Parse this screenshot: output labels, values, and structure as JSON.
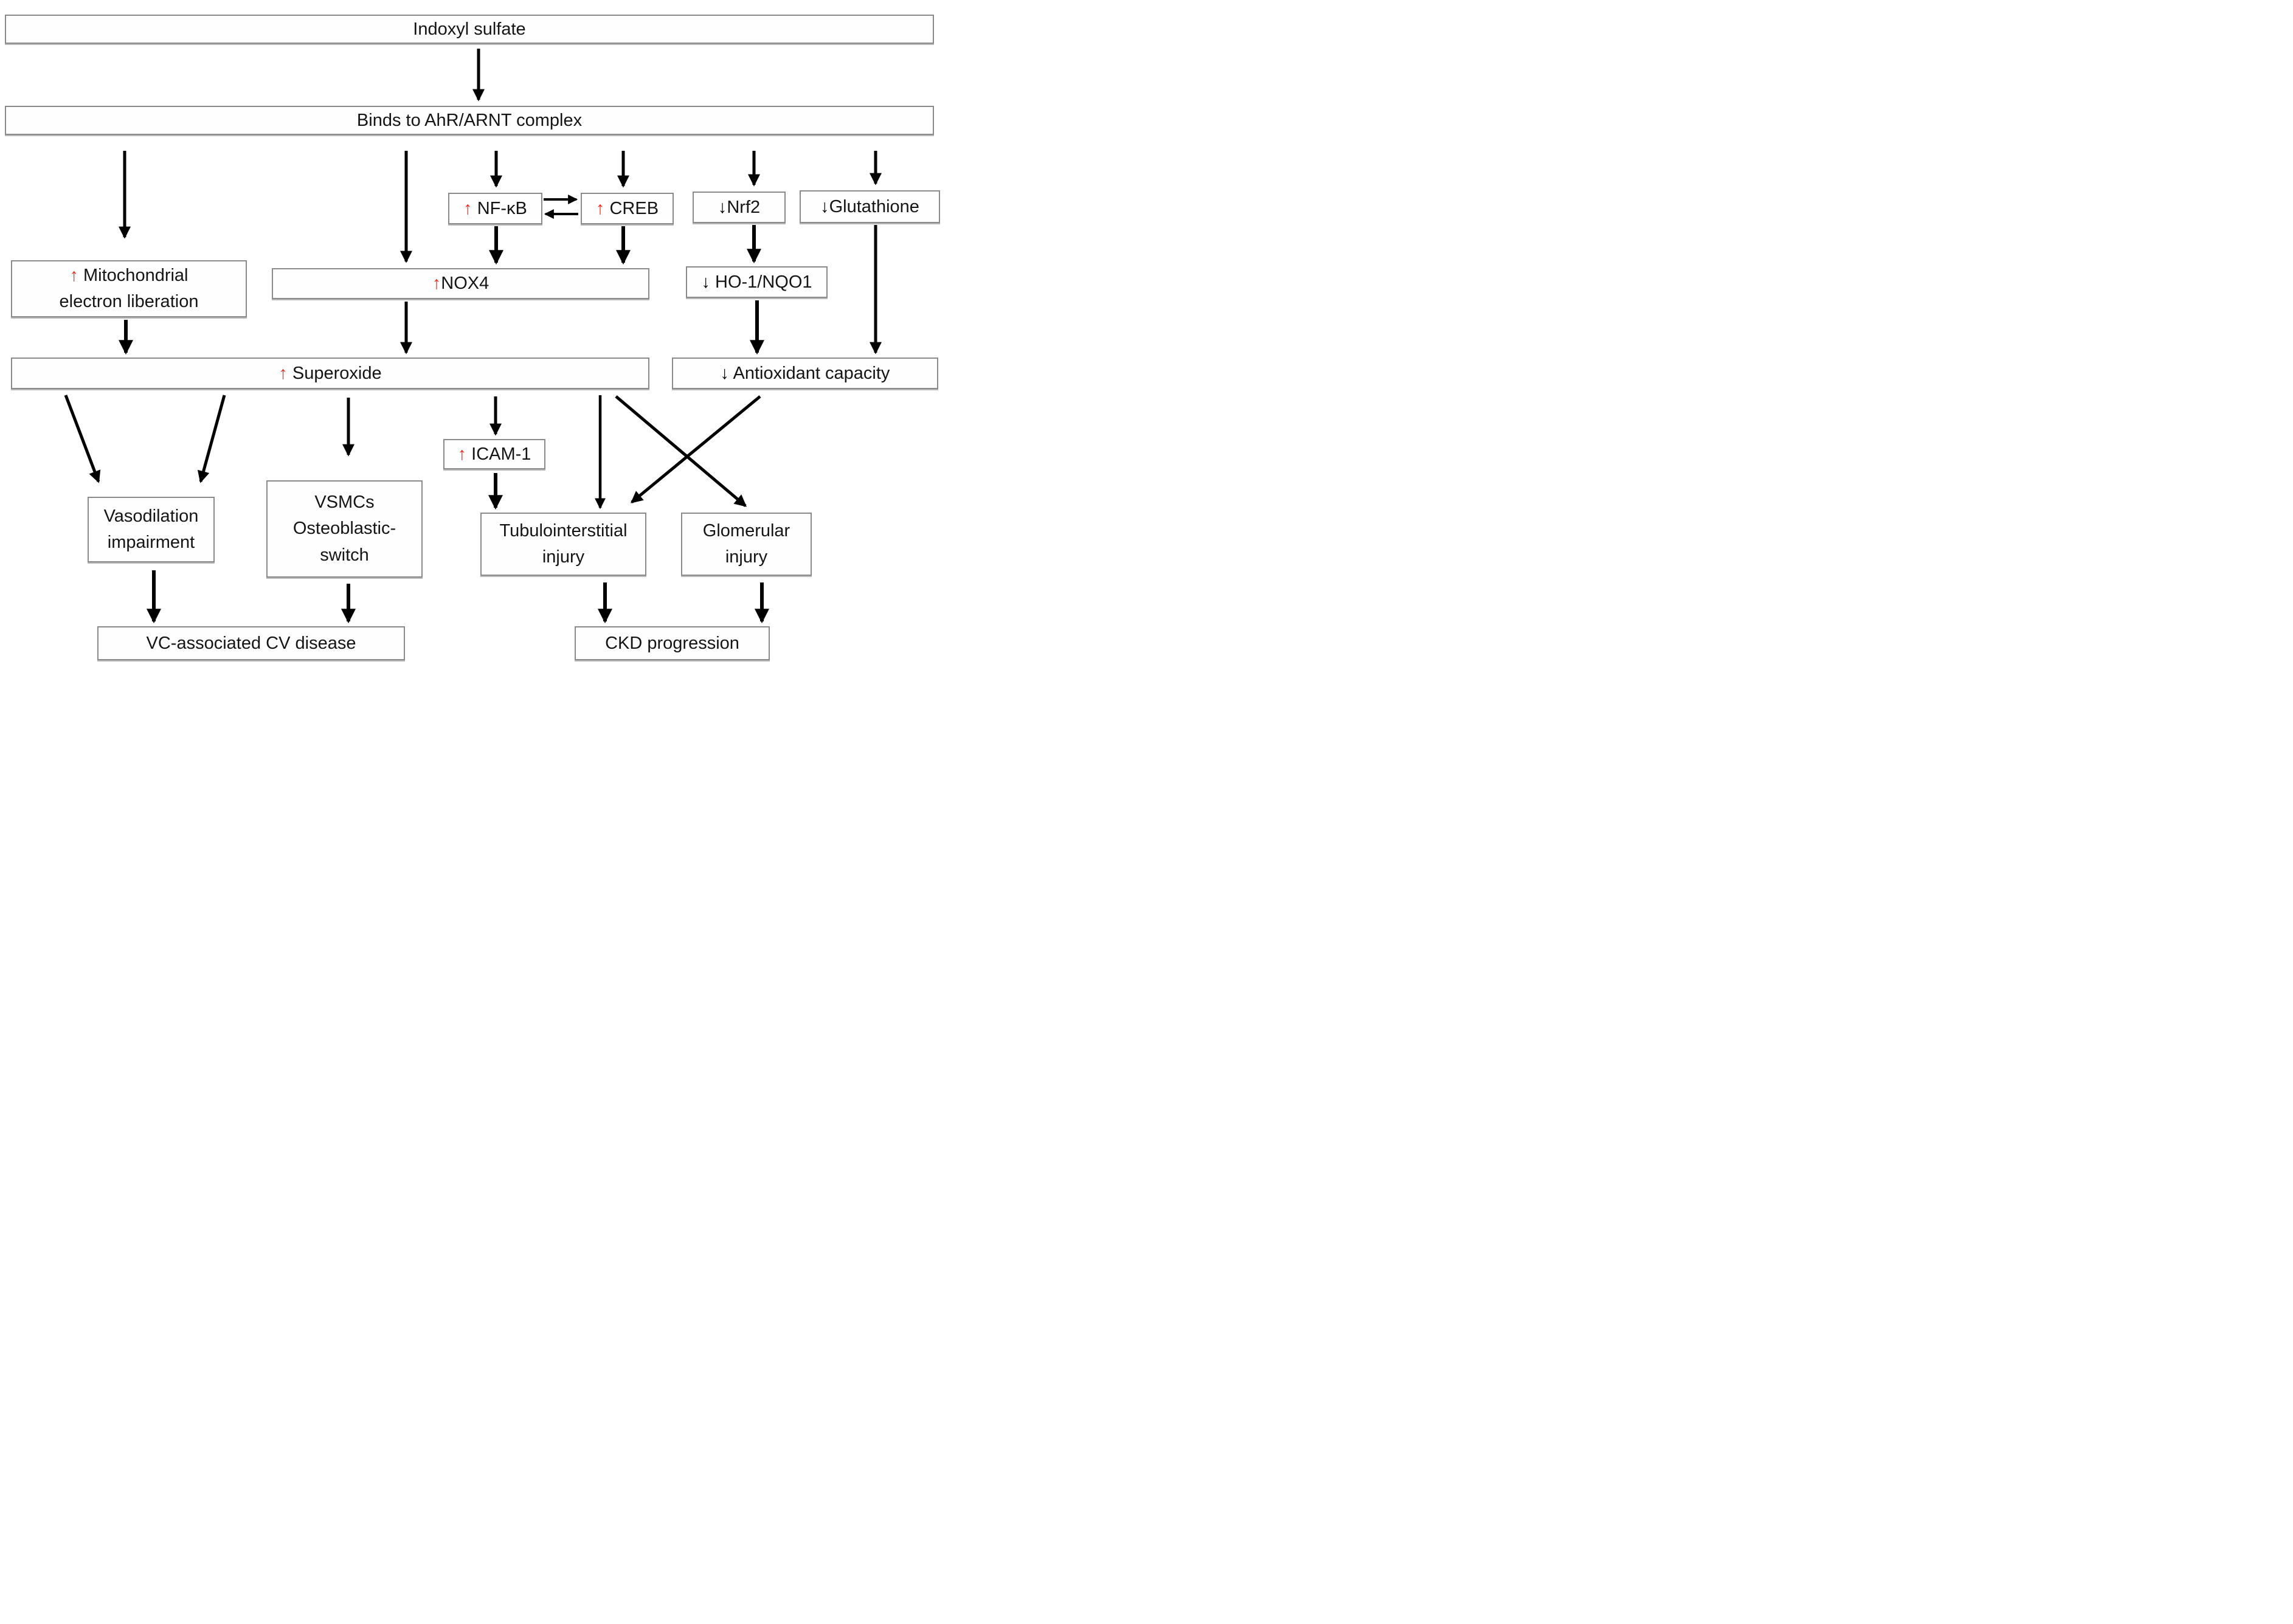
{
  "colors": {
    "up_arrow": "#f5281a",
    "down_arrow": "#000000",
    "arrow": "#000000",
    "border": "#8a8a8a"
  },
  "nodes": {
    "indoxyl_sulfate": {
      "label": "Indoxyl sulfate"
    },
    "binds_ahr_arnt": {
      "label": "Binds to AhR/ARNT complex"
    },
    "nfkb": {
      "prefix": "↑",
      "label": " NF-κB"
    },
    "creb": {
      "prefix": "↑",
      "label": " CREB"
    },
    "nrf2": {
      "prefix": "↓",
      "label": "Nrf2"
    },
    "glutathione": {
      "prefix": "↓",
      "label": "Glutathione"
    },
    "mitochondrial": {
      "prefix": "↑",
      "line1": " Mitochondrial",
      "line2": "electron liberation"
    },
    "nox4": {
      "prefix": "↑",
      "label": "NOX4"
    },
    "ho1_nqo1": {
      "prefix": "↓",
      "label": " HO-1/NQO1"
    },
    "superoxide": {
      "prefix": "↑",
      "label": " Superoxide"
    },
    "antioxidant": {
      "prefix": "↓",
      "label": " Antioxidant capacity"
    },
    "icam1": {
      "prefix": "↑",
      "label": " ICAM-1"
    },
    "vasodilation": {
      "label": "Vasodilation impairment"
    },
    "vsmcs": {
      "line1": "VSMCs",
      "line2": "Osteoblastic-",
      "line3": "switch"
    },
    "tubulointerstitial": {
      "label": "Tubulointerstitial injury"
    },
    "glomerular": {
      "label": "Glomerular injury"
    },
    "vc_cv_disease": {
      "label": "VC-associated CV disease"
    },
    "ckd_progression": {
      "label": "CKD progression"
    }
  },
  "edges": [
    {
      "from": "indoxyl_sulfate",
      "to": "binds_ahr_arnt"
    },
    {
      "from": "binds_ahr_arnt",
      "to": "mitochondrial"
    },
    {
      "from": "binds_ahr_arnt",
      "to": "nox4"
    },
    {
      "from": "binds_ahr_arnt",
      "to": "nfkb"
    },
    {
      "from": "binds_ahr_arnt",
      "to": "creb"
    },
    {
      "from": "binds_ahr_arnt",
      "to": "nrf2"
    },
    {
      "from": "binds_ahr_arnt",
      "to": "glutathione"
    },
    {
      "from": "nfkb",
      "to": "creb",
      "bidirectional": true
    },
    {
      "from": "nfkb",
      "to": "nox4"
    },
    {
      "from": "creb",
      "to": "nox4"
    },
    {
      "from": "nrf2",
      "to": "ho1_nqo1"
    },
    {
      "from": "glutathione",
      "to": "antioxidant"
    },
    {
      "from": "mitochondrial",
      "to": "superoxide"
    },
    {
      "from": "nox4",
      "to": "superoxide"
    },
    {
      "from": "ho1_nqo1",
      "to": "antioxidant"
    },
    {
      "from": "superoxide",
      "to": "vasodilation"
    },
    {
      "from": "superoxide",
      "to": "vasodilation"
    },
    {
      "from": "superoxide",
      "to": "vsmcs"
    },
    {
      "from": "superoxide",
      "to": "icam1"
    },
    {
      "from": "icam1",
      "to": "tubulointerstitial"
    },
    {
      "from": "superoxide",
      "to": "tubulointerstitial"
    },
    {
      "from": "superoxide",
      "to": "glomerular"
    },
    {
      "from": "antioxidant",
      "to": "tubulointerstitial"
    },
    {
      "from": "vasodilation",
      "to": "vc_cv_disease"
    },
    {
      "from": "vsmcs",
      "to": "vc_cv_disease"
    },
    {
      "from": "tubulointerstitial",
      "to": "ckd_progression"
    },
    {
      "from": "glomerular",
      "to": "ckd_progression"
    }
  ]
}
